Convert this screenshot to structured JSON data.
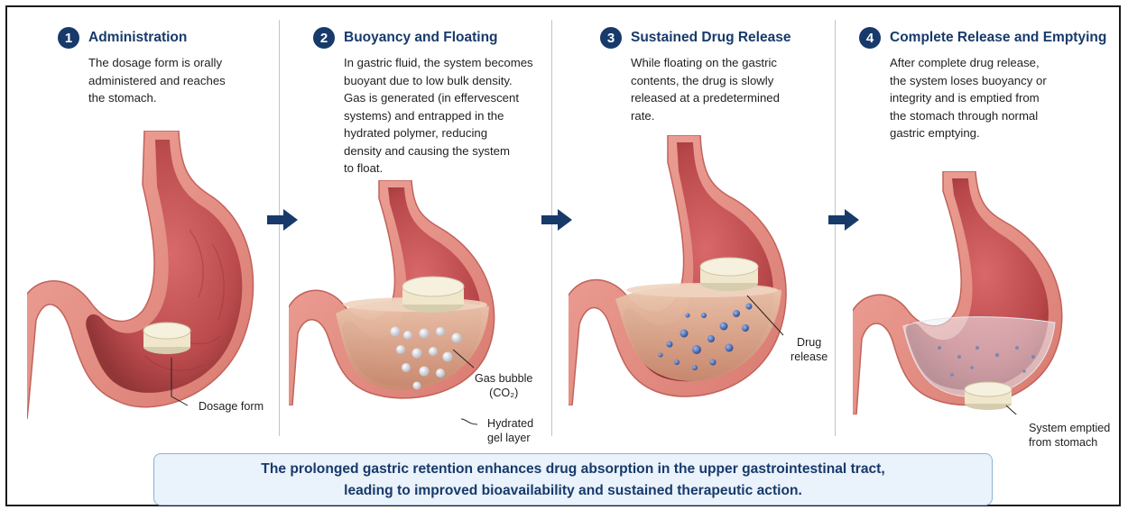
{
  "steps": [
    {
      "number": "1",
      "title": "Administration",
      "description": [
        "The dosage form is orally",
        "administered and reaches",
        "the stomach."
      ]
    },
    {
      "number": "2",
      "title": "Buoyancy and Floating",
      "description": [
        "In gastric fluid, the system becomes",
        "buoyant due to low bulk density.",
        "Gas is generated (in effervescent",
        "systems) and entrapped in the",
        "hydrated polymer, reducing",
        "density and causing the system",
        "to float."
      ]
    },
    {
      "number": "3",
      "title": "Sustained Drug Release",
      "description": [
        "While floating on the gastric",
        "contents, the drug is slowly",
        "released at a predetermined",
        "rate."
      ]
    },
    {
      "number": "4",
      "title": "Complete Release and Emptying",
      "description": [
        "After complete drug release,",
        "the system loses buoyancy or",
        "integrity and is emptied from",
        "the stomach through normal",
        "gastric emptying."
      ]
    }
  ],
  "callouts": {
    "dosage_form": "Dosage form",
    "gas_bubble_line1": "Gas bubble",
    "gas_bubble_line2": "(CO₂)",
    "hydrated_gel_line1": "Hydrated",
    "hydrated_gel_line2": "gel layer",
    "drug_release_line1": "Drug",
    "drug_release_line2": "release",
    "system_emptied_line1": "System emptied",
    "system_emptied_line2": "from stomach"
  },
  "summary": {
    "line1": "The prolonged gastric retention enhances drug absorption in the upper gastrointestinal tract,",
    "line2": "leading to improved bioavailability and sustained therapeutic action."
  },
  "colors": {
    "heading_navy": "#173a6b",
    "stomach_outer": "#e08a80",
    "stomach_inner": "#b94a48",
    "gastric_fluid": "#d9a98f",
    "tablet": "#f1ead2",
    "drug_particles": "#3f62a8",
    "summary_fill": "#eaf2fb"
  },
  "icons": [
    "step-number-badge",
    "right-arrow-icon",
    "stomach-illustration",
    "tablet-icon",
    "gas-bubble-icon"
  ]
}
